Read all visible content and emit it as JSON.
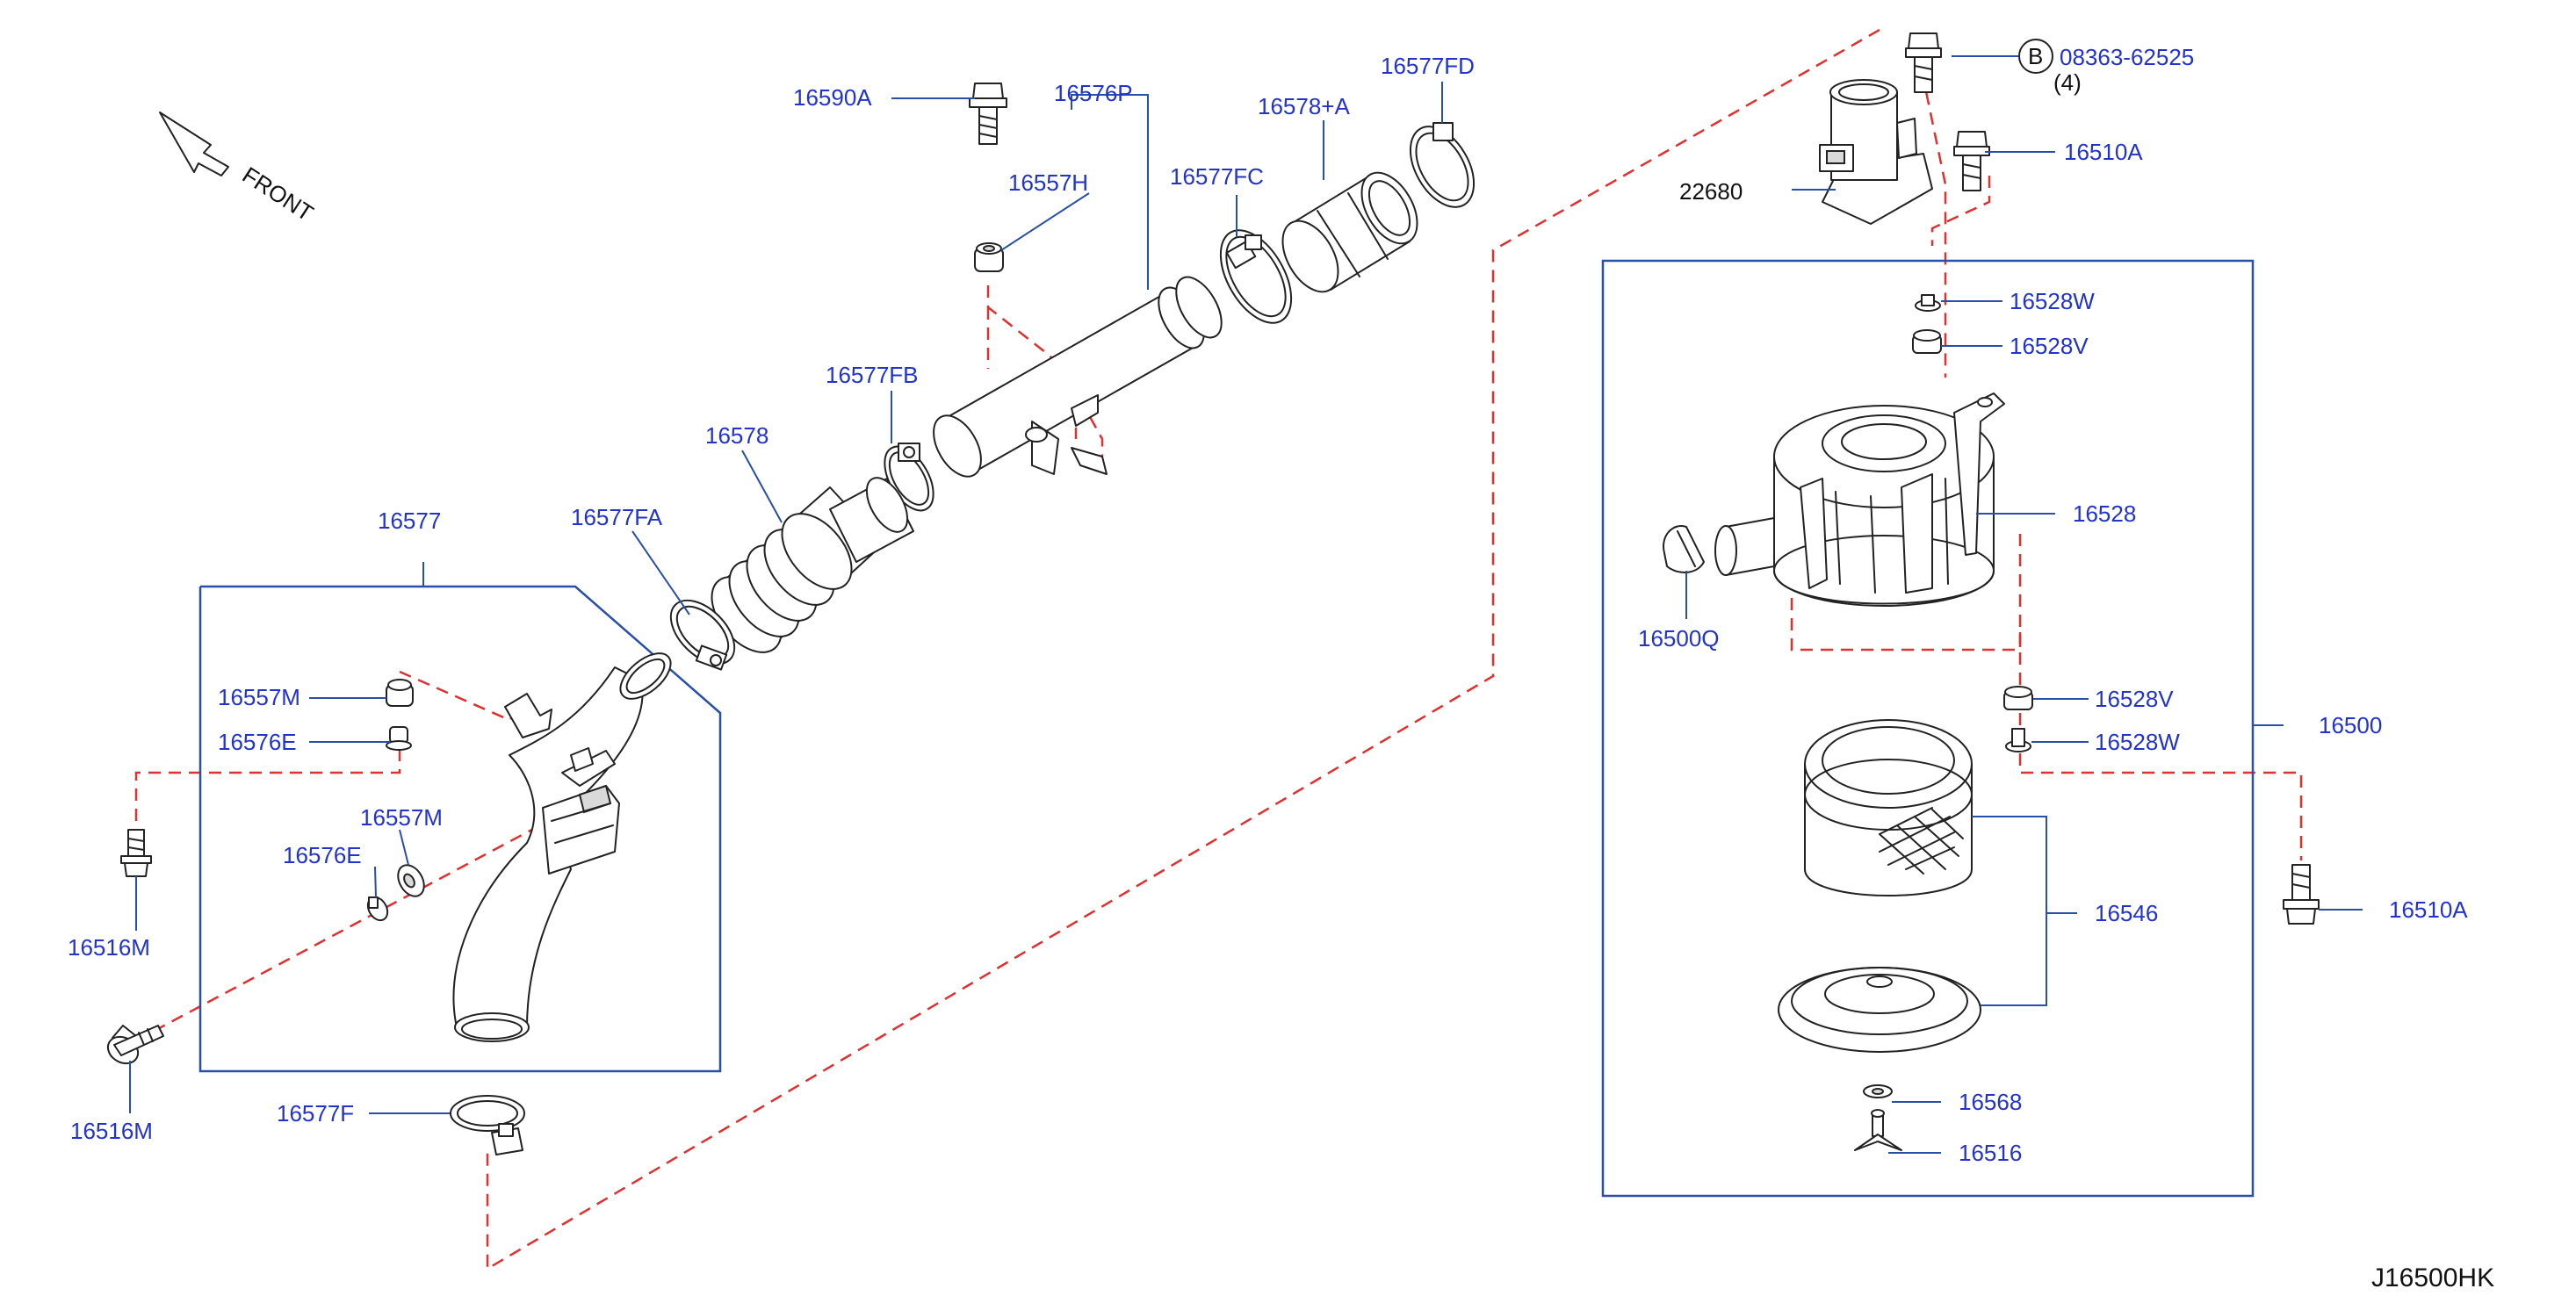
{
  "diagram": {
    "code": "J16500HK",
    "front_label": "FRONT",
    "note_badge": "B",
    "note_qty": "(4)",
    "labels": {
      "l16590A": "16590A",
      "l16576P": "16576P",
      "l16557H": "16557H",
      "l16577FC": "16577FC",
      "l16578A": "16578+A",
      "l16577FD": "16577FD",
      "l16577FB": "16577FB",
      "l16578": "16578",
      "l16577FA": "16577FA",
      "l16577": "16577",
      "l16557M_1": "16557M",
      "l16576E_1": "16576E",
      "l16557M_2": "16557M",
      "l16576E_2": "16576E",
      "l16516M_1": "16516M",
      "l16516M_2": "16516M",
      "l16577F": "16577F",
      "l08363": "08363-62525",
      "l16510A_1": "16510A",
      "l22680": "22680",
      "l16528W_1": "16528W",
      "l16528V_1": "16528V",
      "l16528": "16528",
      "l16500Q": "16500Q",
      "l16528V_2": "16528V",
      "l16528W_2": "16528W",
      "l16500": "16500",
      "l16510A_2": "16510A",
      "l16546": "16546",
      "l16568": "16568",
      "l16516": "16516"
    }
  }
}
